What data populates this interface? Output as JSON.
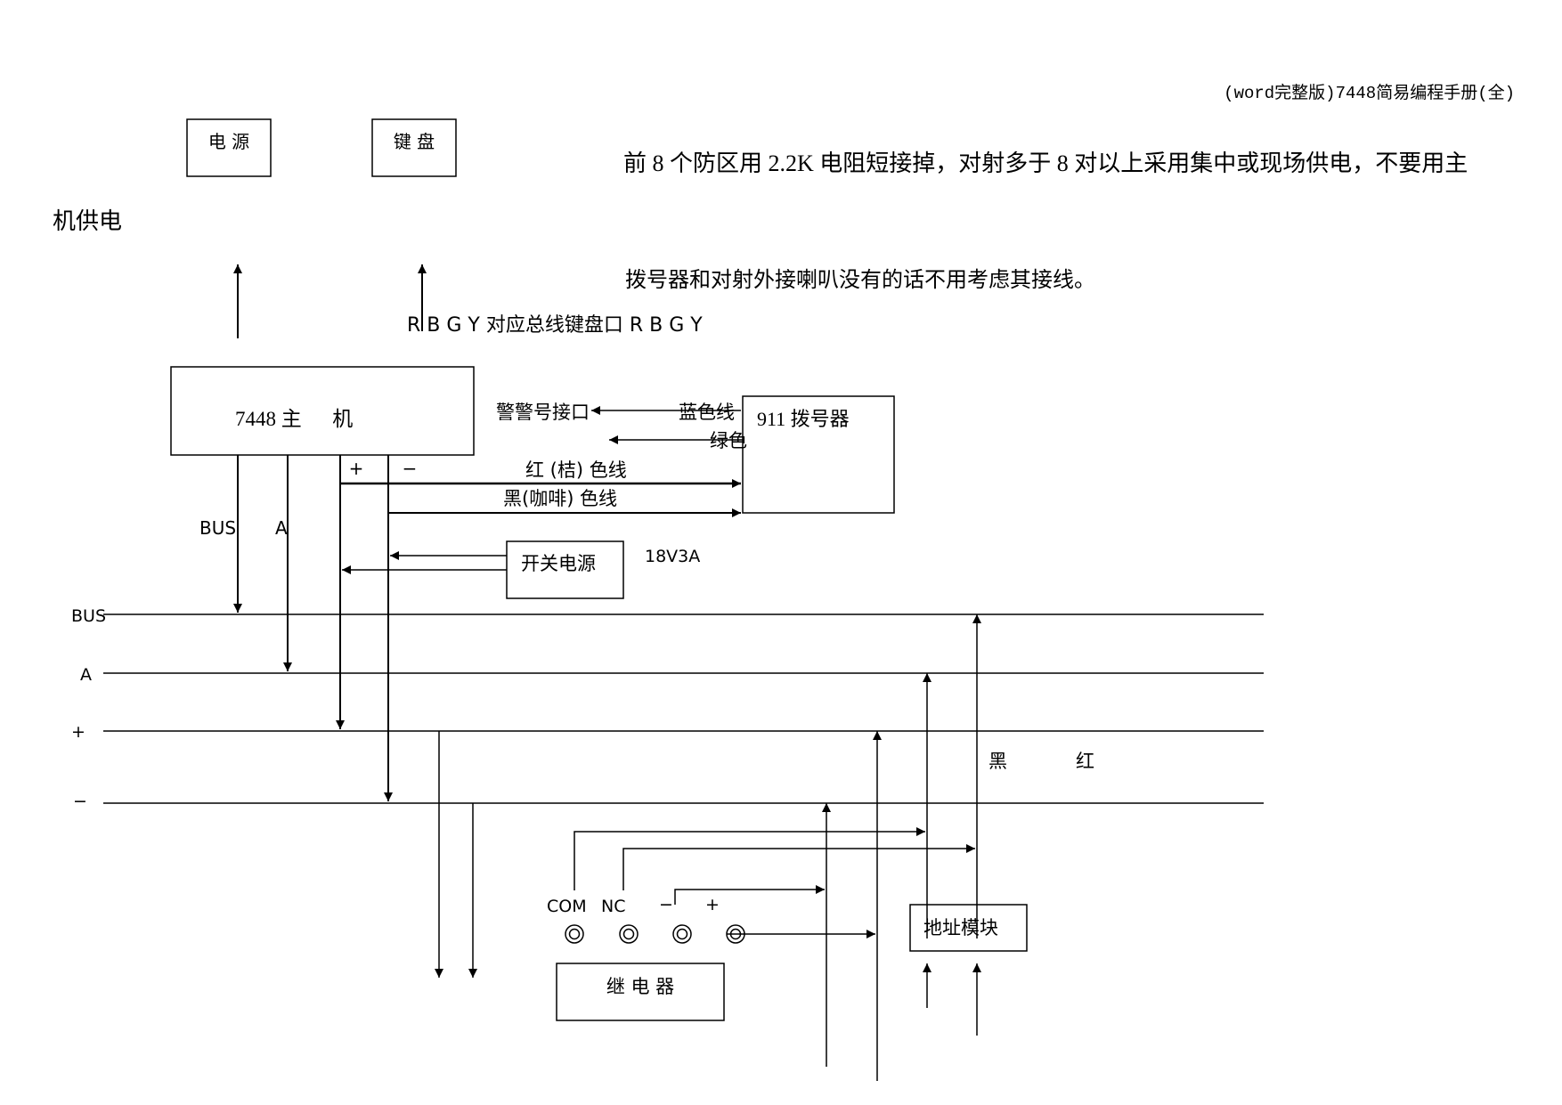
{
  "header": {
    "doc_title": "(word完整版)7448简易编程手册(全)"
  },
  "boxes": {
    "power": "电 源",
    "keypad": "键 盘",
    "host": "7448 主      机",
    "dialer": "911 拨号器",
    "switch_power": "开关电源",
    "relay": "继 电 器",
    "address_module": "地址模块"
  },
  "notes": {
    "line1": "前 8 个防区用 2.2K 电阻短接掉，对射多于 8 对以上采用集中或现场供电，不要用主",
    "line1_cont": "机供电",
    "line2": "拨号器和对射外接喇叭没有的话不用考虑其接线。",
    "rbgy": "R B G Y 对应总线键盘口 R B G Y"
  },
  "labels": {
    "alarm_port": "警警号接口",
    "blue_wire": "蓝色线",
    "green_wire": "绿色",
    "red_wire": "红 (桔) 色线",
    "black_wire": "黑(咖啡) 色线",
    "voltage": "18V3A",
    "plus": "+",
    "minus": "−",
    "bus_vert": "BUS",
    "a_vert": "A",
    "black": "黑",
    "red": "红",
    "com": "COM",
    "nc": "NC",
    "relay_minus": "−",
    "relay_plus": "+"
  },
  "bus_lines": {
    "bus": "BUS",
    "a": "A",
    "plus": "+",
    "minus": "−"
  }
}
